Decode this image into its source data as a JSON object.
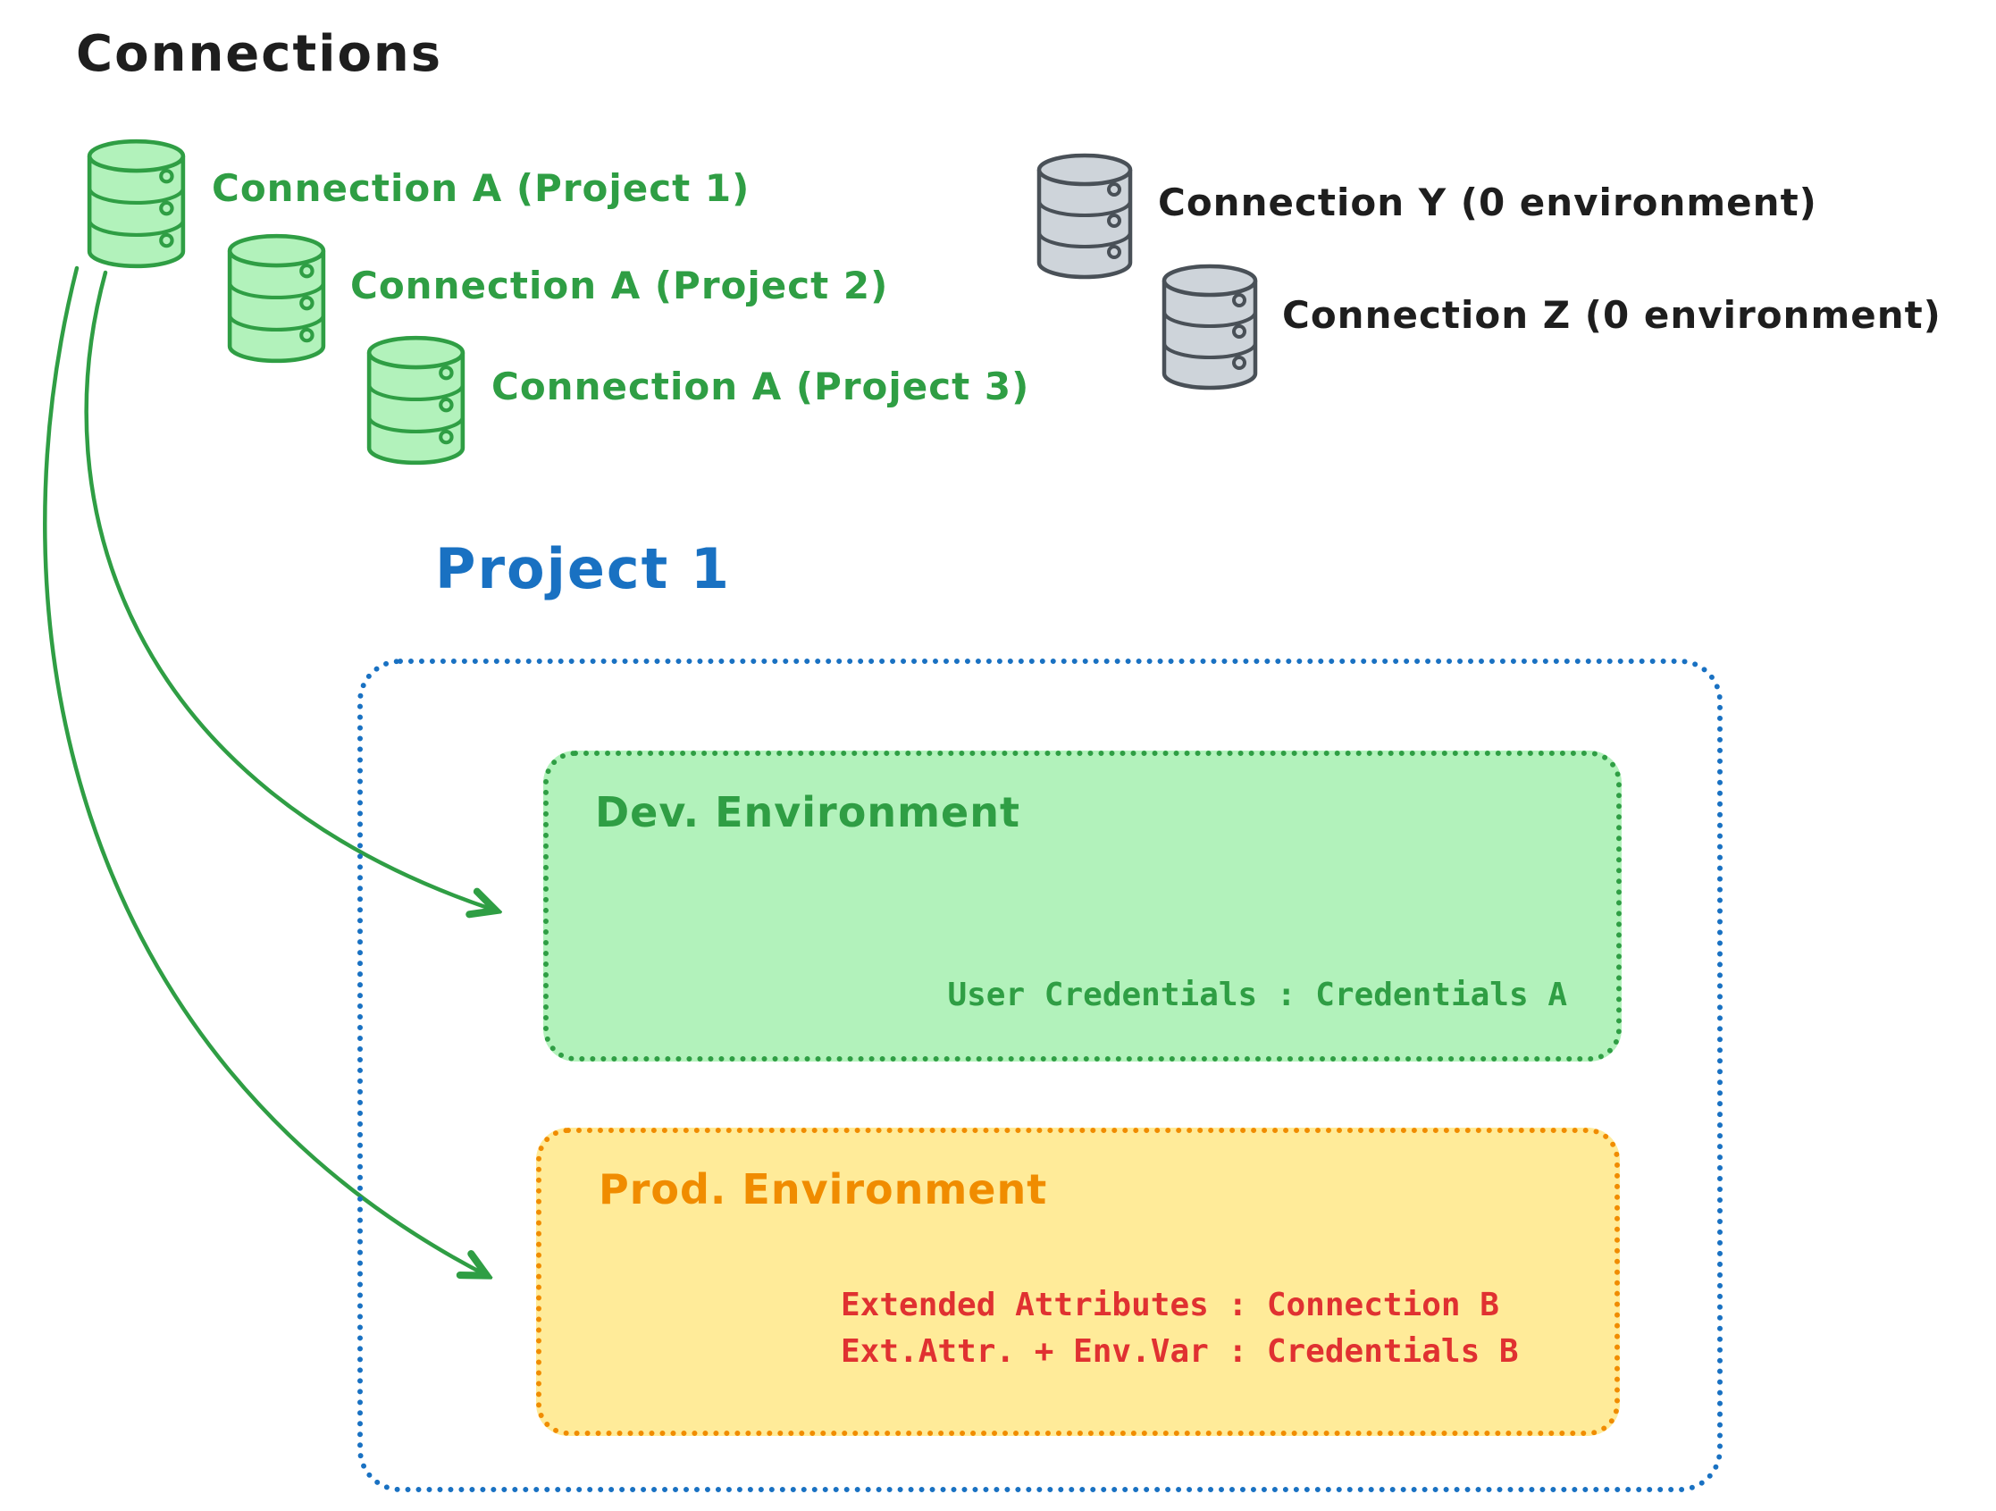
{
  "title": "Connections",
  "connections": {
    "project_a": [
      {
        "label": "Connection A (Project 1)"
      },
      {
        "label": "Connection A (Project 2)"
      },
      {
        "label": "Connection A (Project 3)"
      }
    ],
    "unassigned": [
      {
        "label": "Connection Y (0 environment)"
      },
      {
        "label": "Connection Z (0 environment)"
      }
    ]
  },
  "project": {
    "title": "Project 1",
    "environments": {
      "dev": {
        "title": "Dev. Environment",
        "credentials_line": "User Credentials : Credentials A"
      },
      "prod": {
        "title": "Prod. Environment",
        "mapping_lines": [
          "Extended Attributes : Connection B",
          "Ext.Attr. + Env.Var : Credentials B"
        ]
      }
    }
  },
  "icons": {
    "database": "database-icon",
    "arrow": "curved-arrow-icon"
  },
  "colors": {
    "ink": "#1e1e1e",
    "green": "#2f9e44",
    "green_fill": "#b2f2bb",
    "gray": "#495057",
    "gray_fill": "#ced4da",
    "blue": "#1971c2",
    "orange": "#f08c00",
    "yellow_fill": "#ffeb99",
    "red": "#e03131",
    "background": "#ffffff"
  }
}
